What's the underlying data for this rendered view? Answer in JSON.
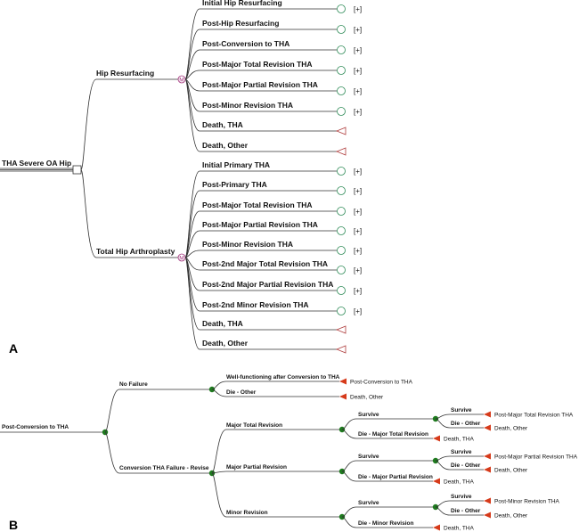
{
  "panel_a": {
    "letter": "A",
    "root": "THA Severe OA Hip",
    "branches": [
      {
        "label": "Hip Resurfacing",
        "states": [
          {
            "label": "Initial Hip Resurfacing",
            "node": "markov",
            "plus": "[+]"
          },
          {
            "label": "Post-Hip Resurfacing",
            "node": "markov",
            "plus": "[+]"
          },
          {
            "label": "Post-Conversion to THA",
            "node": "markov",
            "plus": "[+]"
          },
          {
            "label": "Post-Major Total Revision THA",
            "node": "markov",
            "plus": "[+]"
          },
          {
            "label": "Post-Major Partial Revision THA",
            "node": "markov",
            "plus": "[+]"
          },
          {
            "label": "Post-Minor Revision THA",
            "node": "markov",
            "plus": "[+]"
          },
          {
            "label": "Death, THA",
            "node": "terminal",
            "plus": ""
          },
          {
            "label": "Death, Other",
            "node": "terminal",
            "plus": ""
          }
        ]
      },
      {
        "label": "Total Hip Arthroplasty",
        "states": [
          {
            "label": "Initial Primary THA",
            "node": "markov",
            "plus": "[+]"
          },
          {
            "label": "Post-Primary THA",
            "node": "markov",
            "plus": "[+]"
          },
          {
            "label": "Post-Major Total Revision THA",
            "node": "markov",
            "plus": "[+]"
          },
          {
            "label": "Post-Major Partial  Revision THA",
            "node": "markov",
            "plus": "[+]"
          },
          {
            "label": "Post-Minor Revision THA",
            "node": "markov",
            "plus": "[+]"
          },
          {
            "label": "Post-2nd Major Total Revision THA",
            "node": "markov",
            "plus": "[+]"
          },
          {
            "label": "Post-2nd Major Partial Revision THA",
            "node": "markov",
            "plus": "[+]"
          },
          {
            "label": "Post-2nd Minor Revision THA",
            "node": "markov",
            "plus": "[+]"
          },
          {
            "label": "Death, THA",
            "node": "terminal",
            "plus": ""
          },
          {
            "label": "Death, Other",
            "node": "terminal",
            "plus": ""
          }
        ]
      }
    ]
  },
  "panel_b": {
    "letter": "B",
    "root": "Post-Conversion to THA",
    "no_failure": {
      "label": "No Failure",
      "children": [
        {
          "label": "Well-functioning after Conversion to THA",
          "terminal": "Post-Conversion to THA"
        },
        {
          "label": "Die - Other",
          "terminal": "Death, Other"
        }
      ]
    },
    "failure": {
      "label": "Conversion THA Failure - Revise",
      "revisions": [
        {
          "label": "Major Total Revision",
          "survive": "Survive",
          "survive_children": [
            {
              "label": "Survive",
              "terminal": "Post-Major Total Revision THA"
            },
            {
              "label": "Die - Other",
              "terminal": "Death, Other"
            }
          ],
          "die": "Die - Major Total Revision",
          "die_terminal": "Death, THA"
        },
        {
          "label": "Major Partial Revision",
          "survive": "Survive",
          "survive_children": [
            {
              "label": "Survive",
              "terminal": "Post-Major Partial Revision THA"
            },
            {
              "label": "Die - Other",
              "terminal": "Death, Other"
            }
          ],
          "die": "Die - Major Partial Revision",
          "die_terminal": "Death, THA"
        },
        {
          "label": "Minor Revision",
          "survive": "Survive",
          "survive_children": [
            {
              "label": "Survive",
              "terminal": "Post-Minor Revision THA"
            },
            {
              "label": "Die - Other",
              "terminal": "Death, Other"
            }
          ],
          "die": "Die - Minor Revision",
          "die_terminal": "Death, THA"
        }
      ]
    }
  },
  "colors": {
    "line": "#333333",
    "chance_node": "#1e7a1e",
    "terminal_red": "#d63a1a",
    "markov_node": "#2e8b57",
    "markov_symbol": "#a0307a",
    "terminal_outline": "#b04040"
  }
}
